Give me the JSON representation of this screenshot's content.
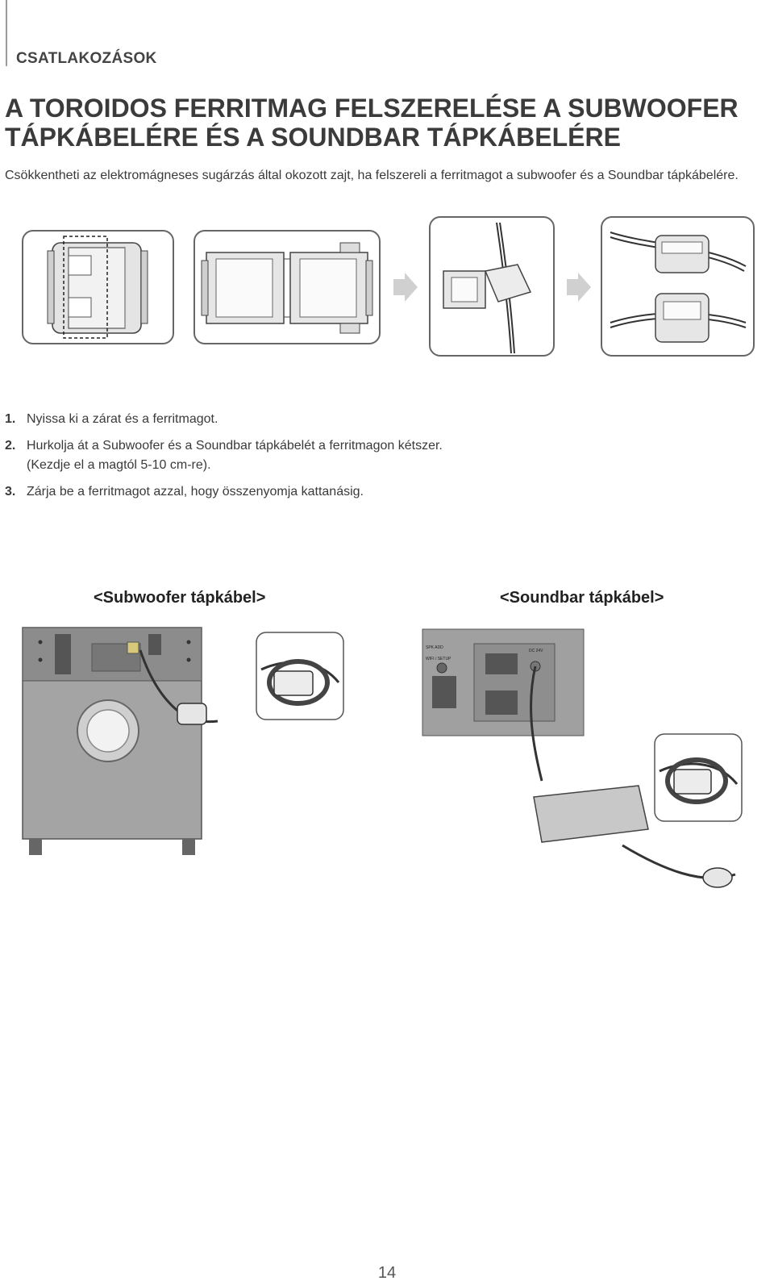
{
  "header": {
    "section": "CSATLAKOZÁSOK"
  },
  "title": {
    "line1": "A TOROIDOS FERRITMAG FELSZERELÉSE A SUBWOOFER",
    "line2": "TÁPKÁBELÉRE ÉS A SOUNDBAR TÁPKÁBELÉRE"
  },
  "intro": "Csökkentheti az elektromágneses sugárzás által okozott zajt, ha felszereli a ferritmagot a subwoofer és a Soundbar tápkábelére.",
  "steps": [
    {
      "num": "1.",
      "lines": [
        "Nyissa ki a zárat és a ferritmagot."
      ]
    },
    {
      "num": "2.",
      "lines": [
        "Hurkolja át a Subwoofer és a Soundbar tápkábelét a ferritmagon kétszer.",
        "(Kezdje el a magtól 5-10 cm-re)."
      ]
    },
    {
      "num": "3.",
      "lines": [
        "Zárja be a ferritmagot azzal, hogy összenyomja kattanásig."
      ]
    }
  ],
  "captions": {
    "subwoofer": "<Subwoofer tápkábel>",
    "soundbar": "<Soundbar tápkábel>"
  },
  "soundbar_labels": {
    "spk_add": "SPK ADD",
    "wifi_setup": "WIFI / SETUP",
    "dc_in": "DC 24V"
  },
  "page_number": "14",
  "colors": {
    "panel_border": "#666666",
    "arrow": "#d0d0d0",
    "device_gray": "#9c9c9c"
  }
}
